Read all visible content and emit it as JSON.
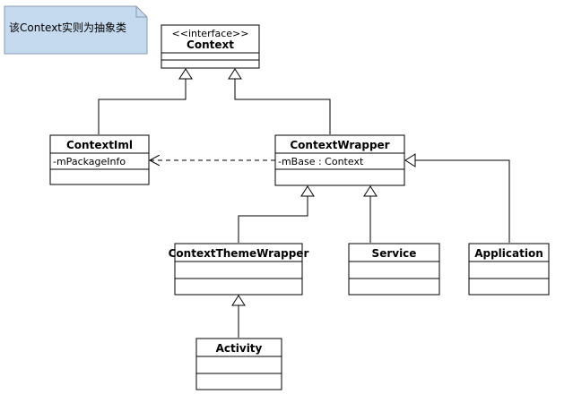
{
  "note": {
    "text": "该Context实则为抽象类",
    "fill": "#c5d9ef"
  },
  "classes": {
    "context": {
      "stereotype": "<<interface>>",
      "name": "Context"
    },
    "contextiml": {
      "name": "ContextIml",
      "attribute": "-mPackageInfo"
    },
    "contextwrapper": {
      "name": "ContextWrapper",
      "attribute": "-mBase : Context"
    },
    "contextthemewrapper": {
      "name": "ContextThemeWrapper"
    },
    "service": {
      "name": "Service"
    },
    "application": {
      "name": "Application"
    },
    "activity": {
      "name": "Activity"
    }
  },
  "relationships": [
    {
      "from": "contextiml",
      "to": "context",
      "kind": "realization"
    },
    {
      "from": "contextwrapper",
      "to": "context",
      "kind": "realization"
    },
    {
      "from": "contextthemewrapper",
      "to": "contextwrapper",
      "kind": "generalization"
    },
    {
      "from": "service",
      "to": "contextwrapper",
      "kind": "generalization"
    },
    {
      "from": "application",
      "to": "contextwrapper",
      "kind": "generalization"
    },
    {
      "from": "activity",
      "to": "contextthemewrapper",
      "kind": "generalization"
    },
    {
      "from": "contextwrapper",
      "to": "contextiml",
      "kind": "dependency"
    }
  ]
}
